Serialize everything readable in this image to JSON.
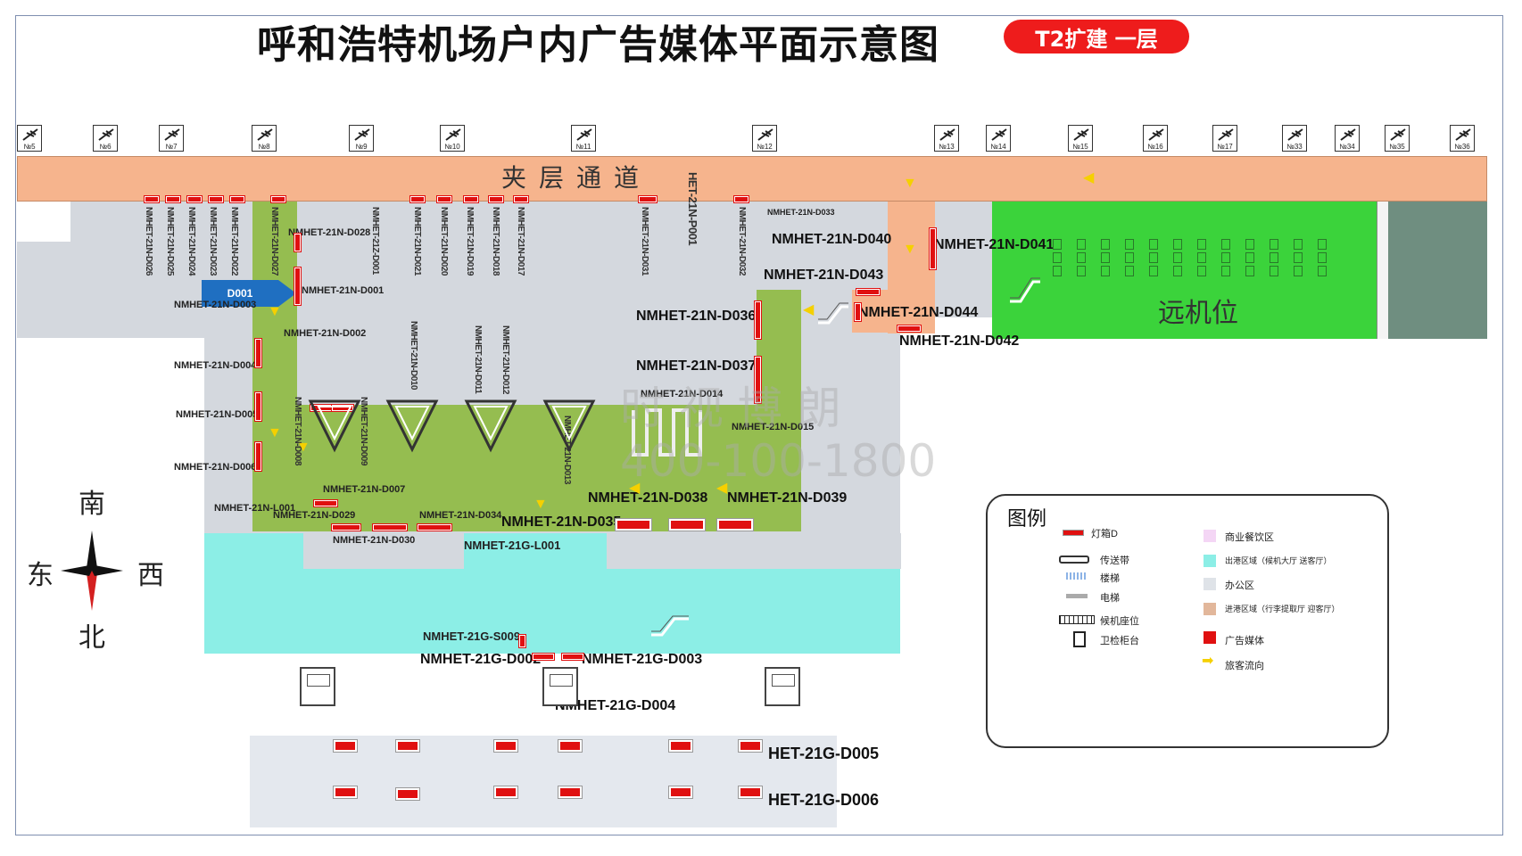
{
  "title": "呼和浩特机场户内广告媒体平面示意图",
  "badge": "T2扩建  一层",
  "gates": [
    "№5",
    "№6",
    "№7",
    "№8",
    "№9",
    "№10",
    "№11",
    "№12",
    "№13",
    "№14",
    "№15",
    "№16",
    "№17",
    "№33",
    "№34",
    "№35",
    "№36"
  ],
  "corridor_label": "夹层通道",
  "remote_stand_label": "远机位",
  "callout": "D001",
  "compass": {
    "south": "南",
    "east": "东",
    "west": "西",
    "north": "北"
  },
  "watermark": {
    "line1": "时 视 博 朗",
    "line2": "400-100-1800"
  },
  "labels_vertical": {
    "d026": "NMHET-21N-D026",
    "d025": "NMHET-21N-D025",
    "d024": "NMHET-21N-D024",
    "d023": "NMHET-21N-D023",
    "d022": "NMHET-21N-D022",
    "d027": "NMHET-21N-D027",
    "z001": "NMHET-21Z-D001",
    "d021": "NMHET-21N-D021",
    "d020": "NMHET-21N-D020",
    "d019": "NMHET-21N-D019",
    "d018": "NMHET-21N-D018",
    "d017": "NMHET-21N-D017",
    "d031": "NMHET-21N-D031",
    "p001": "HET-21N-P001",
    "d032": "NMHET-21N-D032",
    "d010": "NMHET-21N-D010",
    "d011": "NMHET-21N-D011",
    "d012": "NMHET-21N-D012",
    "d008": "NMHET-21N-D008",
    "d009": "NMHET-21N-D009",
    "d013": "NMHET-21N-D013"
  },
  "labels_small": {
    "d028": "NMHET-21N-D028",
    "d001": "NMHET-21N-D001",
    "d003": "NMHET-21N-D003",
    "d002": "NMHET-21N-D002",
    "d004": "NMHET-21N-D004",
    "d005": "NMHET-21N-D005",
    "d006": "NMHET-21N-D006",
    "l001": "NMHET-21N-L001",
    "d029": "NMHET-21N-D029",
    "d007": "NMHET-21N-D007",
    "d030": "NMHET-21N-D030",
    "d034": "NMHET-21N-D034",
    "d033": "NMHET-21N-D033",
    "d014": "NMHET-21N-D014",
    "d015": "NMHET-21N-D015"
  },
  "labels_large": {
    "d040": "NMHET-21N-D040",
    "d041": "NMHET-21N-D041",
    "d043": "NMHET-21N-D043",
    "d044": "NMHET-21N-D044",
    "d042": "NMHET-21N-D042",
    "d036": "NMHET-21N-D036",
    "d037": "NMHET-21N-D037",
    "d038": "NMHET-21N-D038",
    "d039": "NMHET-21N-D039",
    "d035": "NMHET-21N-D035",
    "g_l001": "NMHET-21G-L001",
    "g_s009": "NMHET-21G-S009",
    "g_d002": "NMHET-21G-D002",
    "g_d003": "NMHET-21G-D003",
    "g_d004": "NMHET-21G-D004",
    "g_d005": "HET-21G-D005",
    "g_d006": "HET-21G-D006"
  },
  "legend": {
    "title": "图例",
    "lightbox": "灯箱D",
    "conveyor": "传送带",
    "stairs": "楼梯",
    "elevator": "电梯",
    "waiting_seats": "候机座位",
    "security": "卫检柜台",
    "commercial": "商业餐饮区",
    "departure": "出港区域（候机大厅 送客厅）",
    "office": "办公区",
    "arrival": "进港区域（行李提取厅 迎客厅）",
    "ad_media": "广告媒体",
    "passenger_flow": "旅客流向"
  },
  "colors": {
    "corridor": "#f6b48d",
    "green_zone": "#95bd50",
    "bright_green": "#3bd33b",
    "cyan_zone": "#8ceee6",
    "grey_zone": "#d4d8de",
    "ad_red": "#e01010",
    "flow_yellow": "#f5d000",
    "badge_red": "#ee1c1c",
    "callout_blue": "#1f6fc1"
  }
}
